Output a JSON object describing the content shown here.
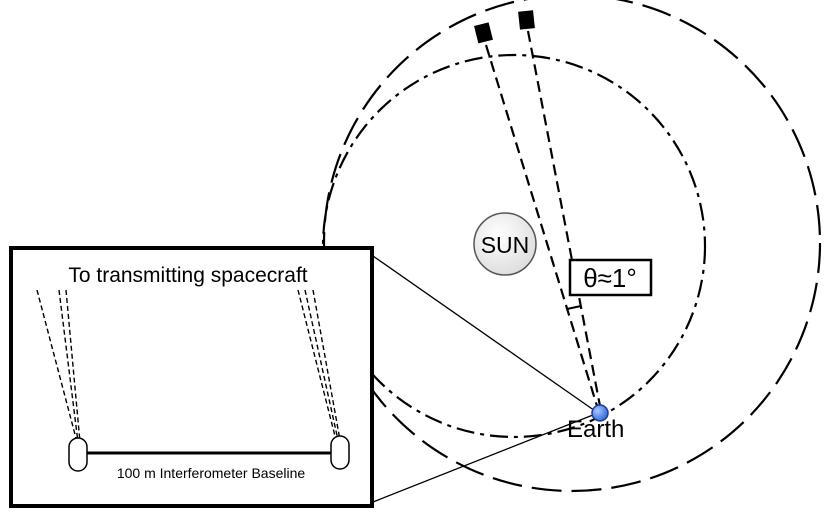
{
  "labels": {
    "sun": "SUN",
    "earth": "Earth",
    "angle": "θ≈1°",
    "inset_title": "To transmitting spacecraft",
    "baseline": "100 m Interferometer Baseline"
  },
  "colors": {
    "ink": "#000000",
    "sun_fill": "#eeeeee",
    "earth_fill": "#3f7be8",
    "earth_stroke": "#1d3f8f"
  }
}
